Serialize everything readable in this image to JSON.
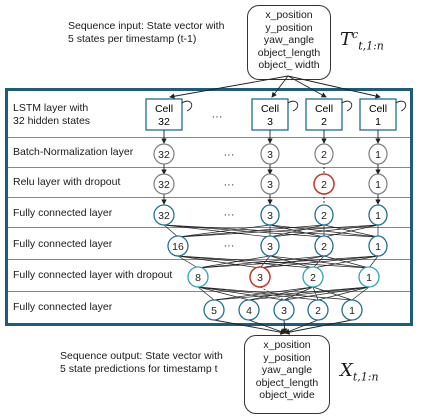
{
  "top": {
    "input_caption_line1": "Sequence input: State vector with",
    "input_caption_line2": "5 states per timestamp (t-1)",
    "input_states": [
      "x_position",
      "y_position",
      "yaw_angle",
      "object_length",
      "object_ width"
    ],
    "input_symbol": "T",
    "input_symbol_sup": "c",
    "input_symbol_sub": "t,1:n"
  },
  "bottom": {
    "output_caption_line1": "Sequence output: State vector with",
    "output_caption_line2": "5 state predictions for timestamp t",
    "output_states": [
      "x_position",
      "y_position",
      "yaw_angle",
      "object_length",
      "object_wide"
    ],
    "output_symbol": "X",
    "output_symbol_sub": "t,1:n"
  },
  "layers": {
    "lstm_line1": "LSTM layer with",
    "lstm_line2": "32 hidden states",
    "batchnorm": "Batch-Normalization layer",
    "relu": "Relu layer with dropout",
    "fc1": "Fully connected layer",
    "fc2": "Fully connected layer",
    "fc3": "Fully connected layer with dropout",
    "fc4": "Fully connected layer"
  },
  "cells": [
    {
      "line1": "Cell",
      "line2": "32"
    },
    {
      "line1": "Cell",
      "line2": "3"
    },
    {
      "line1": "Cell",
      "line2": "2"
    },
    {
      "line1": "Cell",
      "line2": "1"
    }
  ],
  "ellipsis": "···",
  "node_rows": {
    "batchnorm": [
      "32",
      "3",
      "2",
      "1"
    ],
    "relu": [
      "32",
      "3",
      "2",
      "1"
    ],
    "fc1": [
      "32",
      "3",
      "2",
      "1"
    ],
    "fc2": [
      "16",
      "3",
      "2",
      "1"
    ],
    "fc3": [
      "8",
      "3",
      "2",
      "1"
    ],
    "fc4": [
      "5",
      "4",
      "3",
      "2",
      "1"
    ]
  },
  "colors": {
    "frame": "#1f5c7a",
    "row_line": "#6a8fa8",
    "node_blue": "#1f6f94",
    "node_gray": "#7d7d7d",
    "node_red": "#c0392b",
    "node_teal": "#2aa3b8"
  }
}
